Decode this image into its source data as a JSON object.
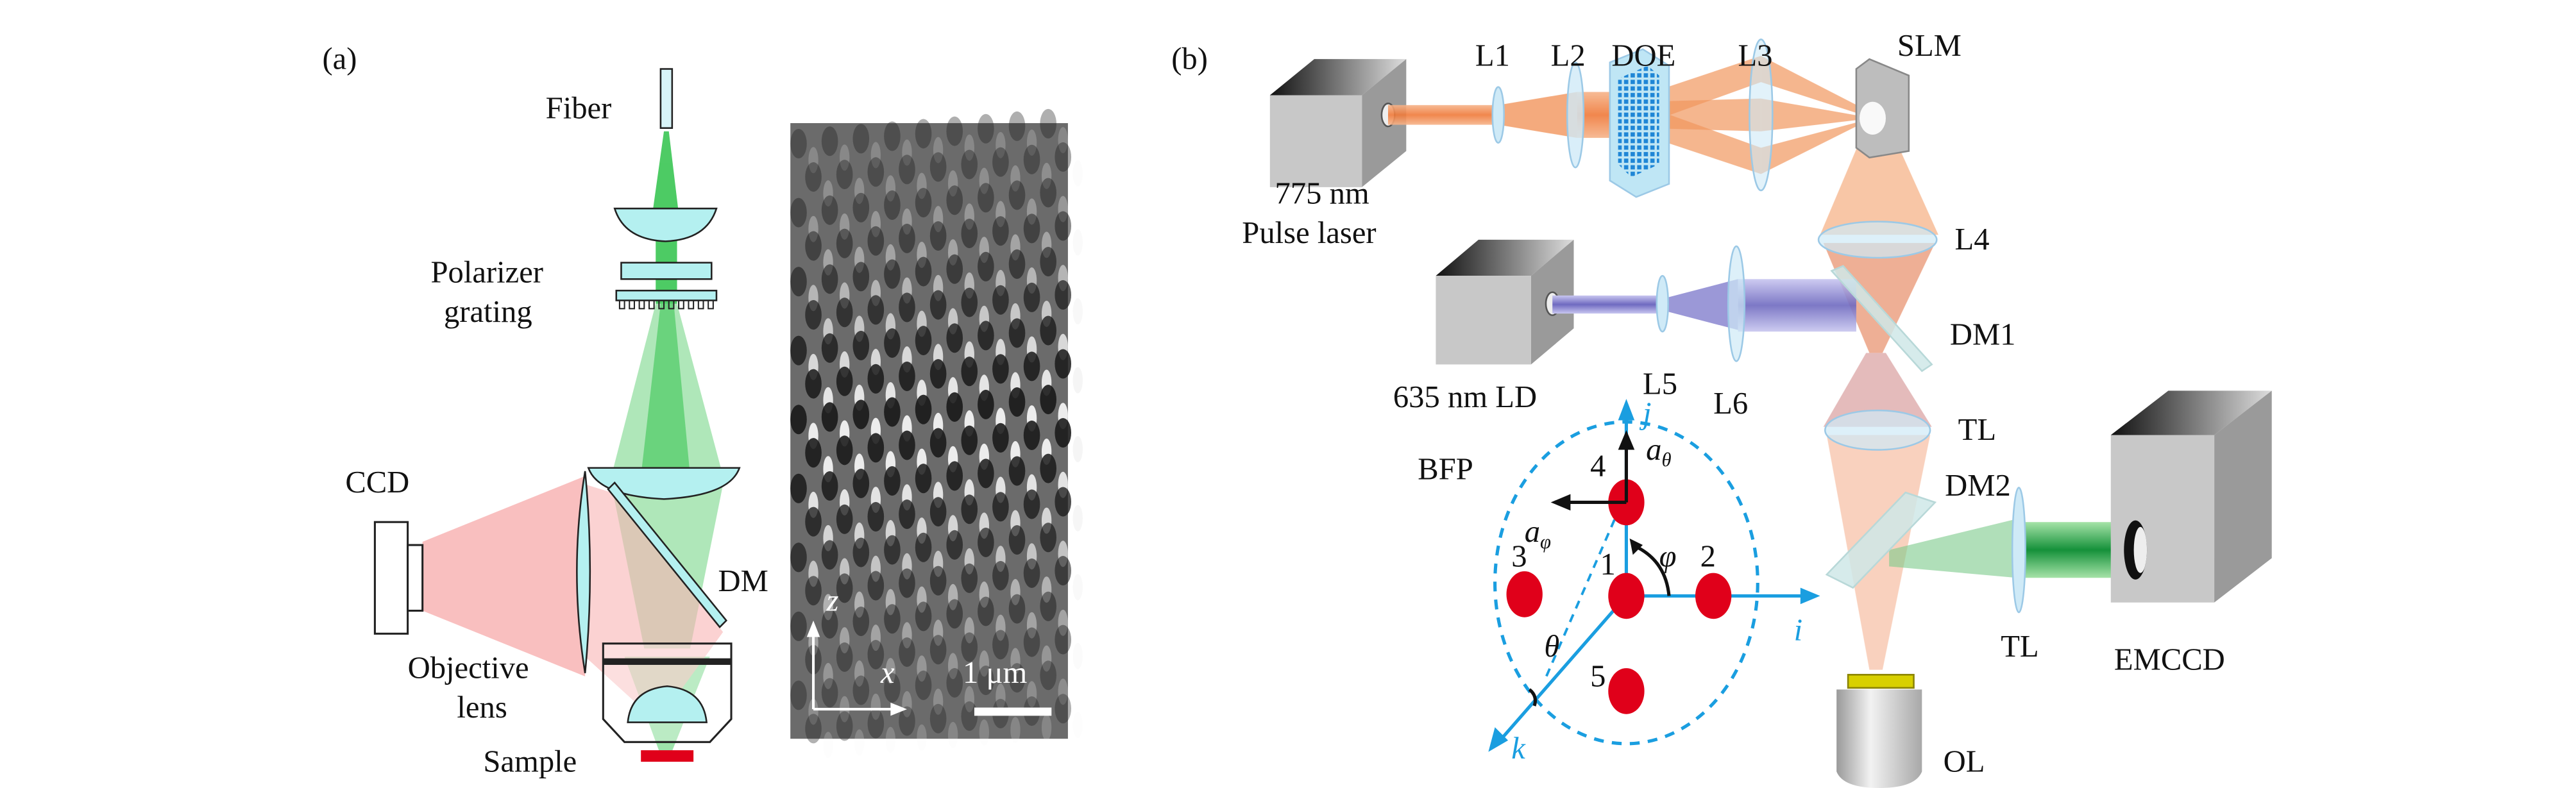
{
  "panel_a": {
    "label": "(a)",
    "fiber": "Fiber",
    "polarizer": "Polarizer",
    "grating": "grating",
    "ccd": "CCD",
    "dm": "DM",
    "objective_line1": "Objective",
    "objective_line2": "lens",
    "sample": "Sample",
    "image": {
      "axis_z": "z",
      "axis_x": "x",
      "scale_bar": "1 μm"
    }
  },
  "panel_b": {
    "label": "(b)",
    "pulse_laser_line1": "775 nm",
    "pulse_laser_line2": "Pulse laser",
    "l1": "L1",
    "l2": "L2",
    "doe": "DOE",
    "l3": "L3",
    "slm": "SLM",
    "l4": "L4",
    "dm1": "DM1",
    "ld": "635 nm LD",
    "l5": "L5",
    "l6": "L6",
    "tl_top": "TL",
    "dm2": "DM2",
    "tl_right": "TL",
    "emccd": "EMCCD",
    "ol": "OL",
    "bfp": {
      "title": "BFP",
      "axis_i": "i",
      "axis_j": "j",
      "axis_k": "k",
      "a_theta_base": "a",
      "a_theta_sub": "θ",
      "a_phi_base": "a",
      "a_phi_sub": "φ",
      "phi": "φ",
      "theta": "θ",
      "spots": [
        "1",
        "2",
        "3",
        "4",
        "5"
      ]
    }
  },
  "colors": {
    "green_beam": "#2fc24a",
    "pink_beam": "#f8b4b4",
    "orange_beam": "#f08a4b",
    "purple_beam": "#8a86d0",
    "spot_red": "#e0001a",
    "axis_blue": "#1a9ee0",
    "lens_cyan": "#b4f0f0"
  }
}
